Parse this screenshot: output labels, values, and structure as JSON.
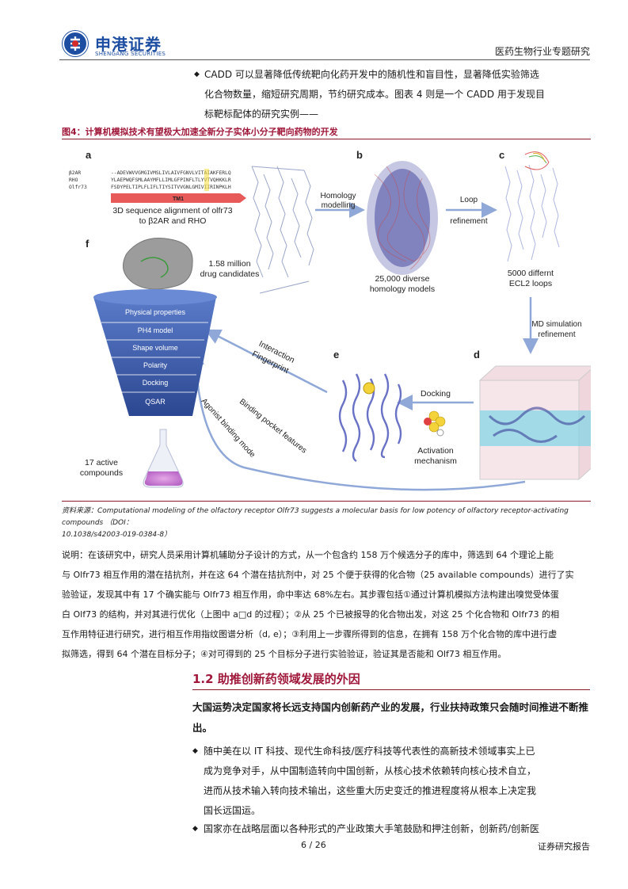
{
  "header": {
    "logo_cn": "申港证券",
    "logo_en": "SHENGANG SECURITIES",
    "report_type": "医药生物行业专题研究"
  },
  "intro_bullet": {
    "lines": [
      "CADD 可以显著降低传统靶向化药开发中的随机性和盲目性，显著降低实验筛选",
      "化合物数量，缩短研究周期，节约研究成本。图表 4 则是一个 CADD 用于发现目",
      "标靶标配体的研究实例——"
    ]
  },
  "figure": {
    "title": "图4：计算机模拟技术有望极大加速全新分子实体小分子靶向药物的开发",
    "panel_letters": [
      "a",
      "b",
      "c",
      "d",
      "e",
      "f"
    ],
    "seq_rows": [
      {
        "name": "β2AR",
        "seq": "--ADEVWVVGMGIVMSLIVLAIVFGNVLVITAIAKFERLQ"
      },
      {
        "name": "RHO",
        "seq": "YLAEPWQFSMLAAYMFLLIMLGFPINFLTLYVTVQHKKLR"
      },
      {
        "name": "Olfr73",
        "seq": "FSDYPELTIPLFLIFLTIYSITVVGNLGMIVIIRINPKLH"
      }
    ],
    "tm_label": "TM1",
    "caption_a": [
      "3D sequence alignment of olfr73",
      "to β2AR and RHO"
    ],
    "arrow_homology": [
      "Homology",
      "modelling"
    ],
    "arrow_loop": [
      "Loop",
      "refinement"
    ],
    "caption_b": [
      "25,000 diverse",
      "homology models"
    ],
    "caption_c": [
      "5000 differnt",
      "ECL2 loops"
    ],
    "arrow_md": [
      "MD simulation",
      "refinement"
    ],
    "drug_candidates": [
      "1.58 million",
      "drug candidates"
    ],
    "funnel_steps": [
      "Physical properties",
      "PH4 model",
      "Shape volume",
      "Polarity",
      "Docking",
      "QSAR"
    ],
    "interaction": [
      "Interaction",
      "Fingerprint"
    ],
    "binding_pocket": "Binding pocket features",
    "agonist_mode": "Agonist binding mode",
    "docking": "Docking",
    "activation": [
      "Activation",
      "mechanism"
    ],
    "active_compounds": [
      "17 active",
      "compounds"
    ]
  },
  "source": {
    "line1": "资料来源：Computational modeling of the olfactory receptor Olfr73 suggests a molecular basis for low potency of olfactory receptor-activating compounds    （DOI：",
    "line2": "10.1038/s42003-019-0384-8）"
  },
  "note": {
    "lines": [
      "说明：在该研究中，研究人员采用计算机辅助分子设计的方式，从一个包含约 158 万个候选分子的库中，筛选到 64 个理论上能",
      "与 Olfr73 相互作用的潜在拮抗剂，并在这 64 个潜在拮抗剂中，对 25 个便于获得的化合物（25 available compounds）进行了实",
      "验验证，发现其中有 17 个确实能与 Olfr73 相互作用，命中率达 68%左右。其步骤包括①通过计算机模拟方法构建出嗅觉受体蛋",
      "白 Olf73 的结构，并对其进行优化（上图中 a□d 的过程）；②从 25 个已被报导的化合物出发，对这 25 个化合物和 Olfr73 的相",
      "互作用特征进行研究，进行相互作用指纹图谱分析（d, e）；③利用上一步骤所得到的信息，在拥有 158 万个化合物的库中进行虚",
      "拟筛选，得到 64 个潜在目标分子；④对可得到的 25 个目标分子进行实验验证，验证其是否能和 Olf73 相互作用。"
    ]
  },
  "section": {
    "title": "1.2 助推创新药领域发展的外因",
    "bold_lead": "大国运势决定国家将长远支持国内创新药产业的发展，行业扶持政策只会随时间推进不断推出。"
  },
  "bullets": [
    {
      "lines": [
        "随中美在以 IT 科技、现代生命科技/医疗科技等代表性的高新技术领域事实上已",
        "成为竞争对手，从中国制造转向中国创新，从核心技术依赖转向核心技术自立，",
        "进而从技术输入转向技术输出，这些重大历史变迁的推进程度将从根本上决定我",
        "国长远国运。"
      ]
    },
    {
      "lines": [
        "国家亦在战略层面以各种形式的产业政策大手笔鼓励和押注创新，创新药/创新医"
      ]
    }
  ],
  "footer": {
    "page": "6 / 26",
    "label": "证券研究报告"
  },
  "colors": {
    "brand_blue": "#1d4ea1",
    "accent_red": "#a0183a",
    "funnel_blue": "#3a5ba8"
  }
}
